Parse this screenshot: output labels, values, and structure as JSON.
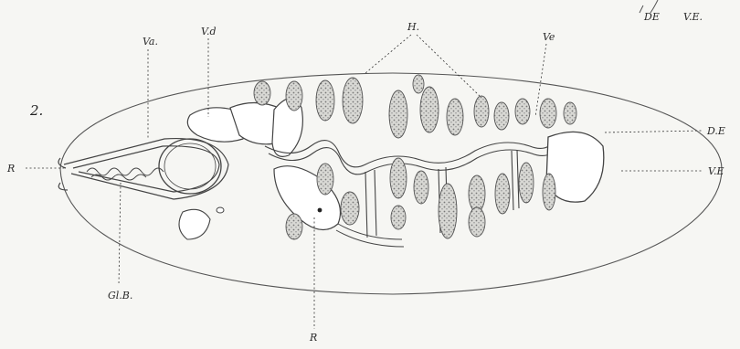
{
  "figure": {
    "number": "2.",
    "labels": {
      "va": "Va.",
      "vd": "V.d",
      "h": "H.",
      "ve": "Ve",
      "de_top": "DE",
      "ve_top": "V.E.",
      "de_right": "D.E",
      "ve_right": "V.E",
      "r_left": "R",
      "gb": "Gl.B.",
      "r_bottom": "R"
    }
  }
}
